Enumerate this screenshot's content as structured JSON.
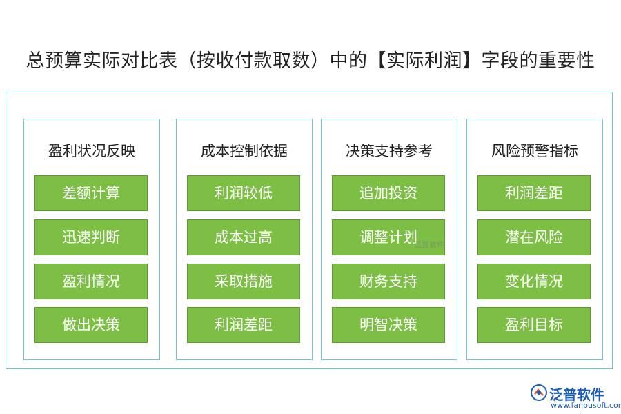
{
  "title": "总预算实际对比表（按收付款取数）中的【实际利润】字段的重要性",
  "columns": [
    {
      "title": "盈利状况反映",
      "items": [
        "差额计算",
        "迅速判断",
        "盈利情况",
        "做出决策"
      ]
    },
    {
      "title": "成本控制依据",
      "items": [
        "利润较低",
        "成本过高",
        "采取措施",
        "利润差距"
      ]
    },
    {
      "title": "决策支持参考",
      "items": [
        "追加投资",
        "调整计划",
        "财务支持",
        "明智决策"
      ]
    },
    {
      "title": "风险预警指标",
      "items": [
        "利润差距",
        "潜在风险",
        "变化情况",
        "盈利目标"
      ]
    }
  ],
  "watermark": "泛普软件",
  "logo": {
    "name": "泛普软件",
    "url": "www.fanpusoft.com"
  },
  "colors": {
    "border": "#6cc7d6",
    "item_fill": "#7dbf45",
    "item_border": "#5e9a31",
    "logo": "#1a5db8"
  }
}
